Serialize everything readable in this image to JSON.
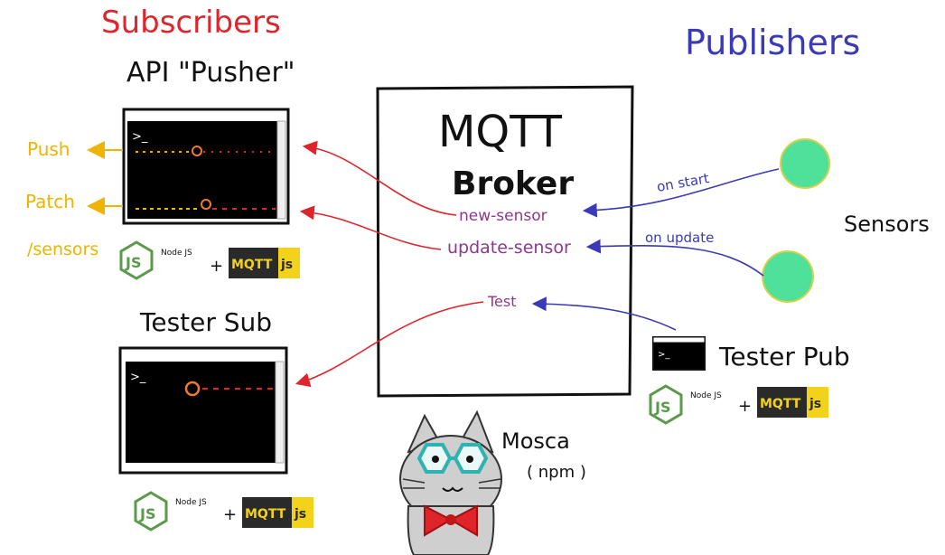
{
  "subscribers_title": "Subscribers",
  "publishers_title": "Publishers",
  "api_pusher_label": "API \"Pusher\"",
  "tester_sub_label": "Tester Sub",
  "tester_pub_label": "Tester Pub",
  "sensors_label": "Sensors",
  "broker": {
    "line1": "MQTT",
    "line2": "Broker"
  },
  "topics": {
    "new_sensor": "new-sensor",
    "update_sensor": "update-sensor",
    "test": "Test"
  },
  "events": {
    "on_start": "on start",
    "on_update": "on update"
  },
  "endpoints": {
    "push": "Push",
    "patch": "Patch",
    "path": "/sensors"
  },
  "terminal_prompt": ">_",
  "stack": {
    "nodejs_logo": "JS",
    "node_label": "Node JS",
    "plus": "+",
    "mqtt": "MQTT",
    "js": "js"
  },
  "mosca": {
    "name": "Mosca",
    "pkg": "( npm )"
  },
  "colors": {
    "subscribers": "#e0242b",
    "publishers": "#3a3ab8",
    "topic": "#8a3a8a",
    "endpoint": "#f0b400",
    "sensor_fill": "#4fe09a",
    "sensor_outline": "#d6d24a",
    "nodejs": "#5a9a4a",
    "mqtt_badge_bg": "#2a2a2a",
    "mqtt_badge_text": "#f2d21a",
    "js_badge_bg": "#f2d21a"
  }
}
